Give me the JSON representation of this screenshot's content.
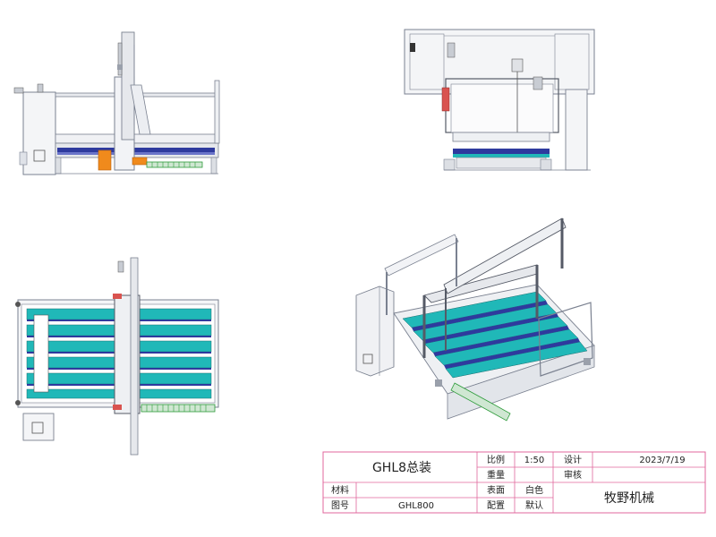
{
  "title_block": {
    "drawing_title": "GHL8总装",
    "scale_label": "比例",
    "scale_value": "1:50",
    "design_label": "设计",
    "date": "2023/7/19",
    "weight_label": "重量",
    "review_label": "审核",
    "material_label": "材料",
    "surface_label": "表面",
    "surface_value": "白色",
    "company": "牧野机械",
    "drawing_no_label": "图号",
    "drawing_no": "GHL800",
    "config_label": "配置",
    "config_value": "默认"
  },
  "colors": {
    "frame_line": "#7a8190",
    "frame_fill": "#eef0f3",
    "table_teal": "#20b8b8",
    "table_blue": "#2e3a9e",
    "accent_green": "#2d9b3a",
    "accent_orange": "#f08a1c",
    "title_border": "#e0679c"
  }
}
